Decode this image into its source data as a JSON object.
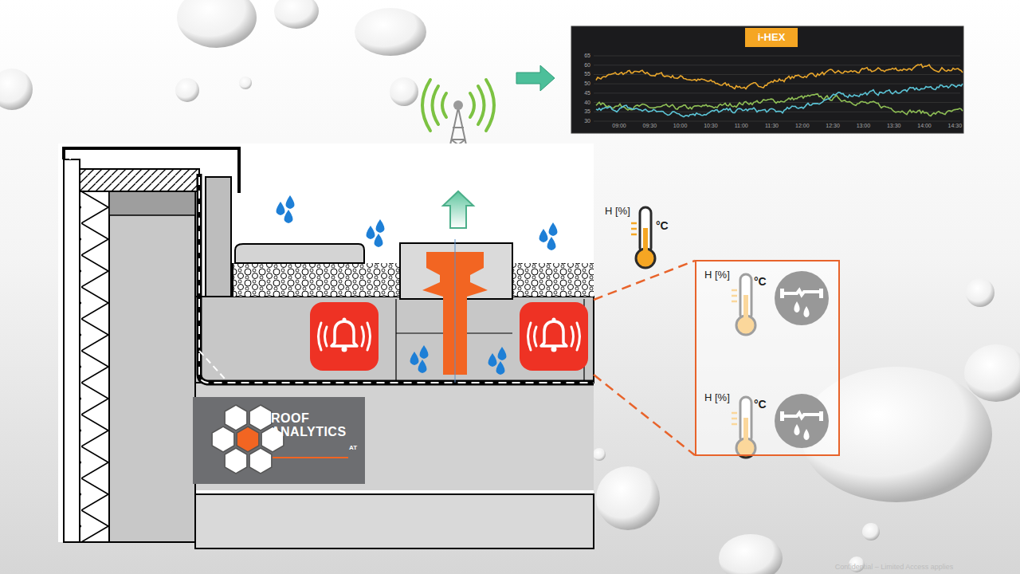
{
  "diagram": {
    "nodes": [
      {
        "text": [
          "i-HEX"
        ]
      },
      {
        "text": [
          "ROOF ANALYTICS",
          "AT"
        ]
      },
      {
        "text": [
          "H [%]",
          "°C",
          "H [%]",
          "°C"
        ]
      }
    ],
    "labels": [
      "H [%]",
      "°C",
      "65",
      "60",
      "55",
      "50",
      "45",
      "40",
      "35",
      "30",
      "09:00",
      "09:30",
      "10:00",
      "10:30",
      "11:00",
      "11:30",
      "12:00",
      "12:30",
      "13:00",
      "13:30",
      "14:00",
      "14:30",
      "Confidential – Limited Access applies"
    ]
  }
}
